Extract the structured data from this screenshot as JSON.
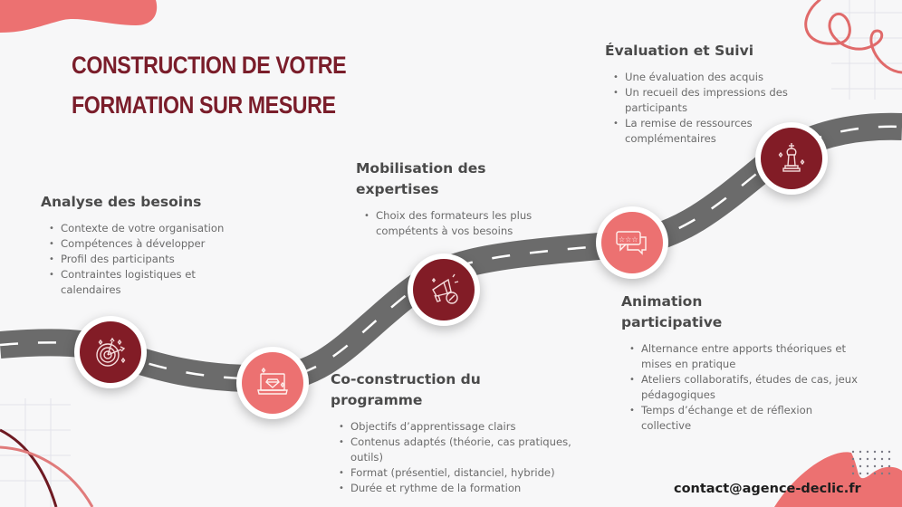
{
  "title": {
    "line1": "CONSTRUCTION DE VOTRE",
    "line2": "FORMATION SUR MESURE"
  },
  "colors": {
    "dark_red": "#821c26",
    "coral": "#ec7171",
    "road": "#6b6b6b",
    "heading": "#4a4a4a",
    "body_text": "#6b6b6b"
  },
  "steps": [
    {
      "title": "Analyse des besoins",
      "icon": "target-arrows-icon",
      "items": [
        "Contexte de votre organisation",
        "Compétences à développer",
        "Profil des participants",
        "Contraintes logistiques et calendaires"
      ]
    },
    {
      "title": "Co-construction du programme",
      "icon": "laptop-diamond-icon",
      "items": [
        "Objectifs d’apprentissage clairs",
        "Contenus adaptés (théorie, cas pratiques, outils)",
        "Format (présentiel, distanciel, hybride)",
        "Durée et rythme de la formation"
      ]
    },
    {
      "title": "Mobilisation des expertises",
      "icon": "megaphone-percent-icon",
      "items": [
        "Choix des formateurs les plus compétents à vos besoins"
      ]
    },
    {
      "title": "Animation participative",
      "icon": "chat-stars-icon",
      "items": [
        "Alternance entre apports théoriques et mises en pratique",
        "Ateliers collaboratifs, études de cas, jeux pédagogiques",
        "Temps d’échange et de réflexion collective"
      ]
    },
    {
      "title": "Évaluation et Suivi",
      "icon": "chess-king-icon",
      "items": [
        "Une évaluation des acquis",
        "Un recueil des impressions des participants",
        "La remise de ressources complémentaires"
      ]
    }
  ],
  "contact": "contact@agence-declic.fr"
}
